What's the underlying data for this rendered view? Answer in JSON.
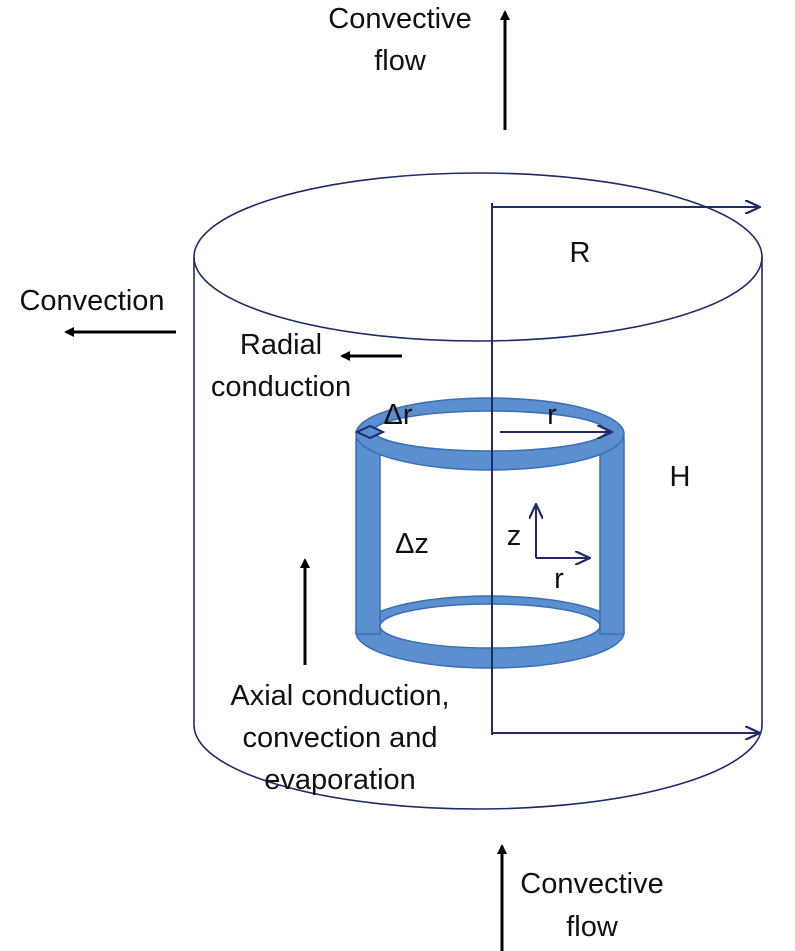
{
  "labels": {
    "top_flow_line1": "Convective",
    "top_flow_line2": "flow",
    "bottom_flow_line1": "Convective",
    "bottom_flow_line2": "flow",
    "convection": "Convection",
    "radial_line1": "Radial",
    "radial_line2": "conduction",
    "R": "R",
    "H": "H",
    "delta_r": "Δr",
    "r_inner": "r",
    "delta_z": "Δz",
    "z_axis": "z",
    "r_axis": "r",
    "axial_line1": "Axial conduction,",
    "axial_line2": "convection and",
    "axial_line3": "evaporation"
  },
  "colors": {
    "outline": "#1f2a6b",
    "ring_fill": "#5b8fcf",
    "ring_stroke": "#3a6fb3",
    "dimension": "#1f2a6b",
    "arrow_black": "#000000"
  }
}
